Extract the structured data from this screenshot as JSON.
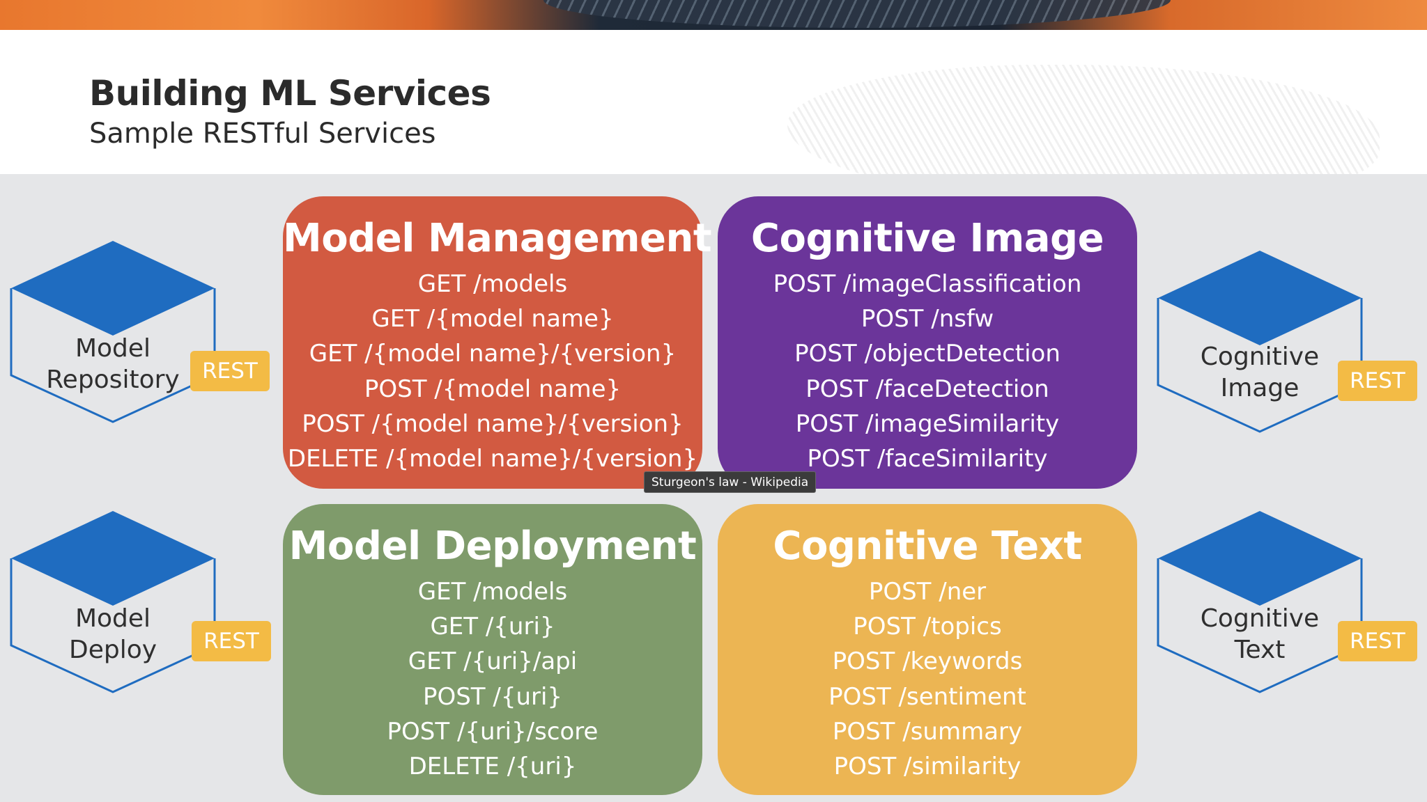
{
  "slide": {
    "title": "Building ML Services",
    "subtitle": "Sample RESTful Services"
  },
  "colors": {
    "model_management": "#d25a41",
    "cognitive_image": "#6b359a",
    "model_deployment": "#7f9b6b",
    "cognitive_text": "#ecb553",
    "cube_blue": "#1f6cc0",
    "rest_badge": "#f3bb45"
  },
  "boxes": {
    "model_management": {
      "title": "Model Management",
      "endpoints": [
        "GET /models",
        "GET /{model name}",
        "GET /{model name}/{version}",
        "POST /{model name}",
        "POST /{model name}/{version}",
        "DELETE /{model name}/{version}"
      ]
    },
    "cognitive_image": {
      "title": "Cognitive Image",
      "endpoints": [
        "POST /imageClassification",
        "POST /nsfw",
        "POST /objectDetection",
        "POST /faceDetection",
        "POST /imageSimilarity",
        "POST /faceSimilarity"
      ]
    },
    "model_deployment": {
      "title": "Model Deployment",
      "endpoints": [
        "GET /models",
        "GET /{uri}",
        "GET /{uri}/api",
        "POST /{uri}",
        "POST /{uri}/score",
        "DELETE /{uri}"
      ]
    },
    "cognitive_text": {
      "title": "Cognitive Text",
      "endpoints": [
        "POST /ner",
        "POST /topics",
        "POST /keywords",
        "POST /sentiment",
        "POST /summary",
        "POST /similarity"
      ]
    }
  },
  "cubes": {
    "model_repository": {
      "line1": "Model",
      "line2": "Repository",
      "badge": "REST"
    },
    "model_deploy": {
      "line1": "Model",
      "line2": "Deploy",
      "badge": "REST"
    },
    "cognitive_image": {
      "line1": "Cognitive",
      "line2": "Image",
      "badge": "REST"
    },
    "cognitive_text": {
      "line1": "Cognitive",
      "line2": "Text",
      "badge": "REST"
    }
  },
  "tooltip": {
    "text": "Sturgeon's law - Wikipedia"
  }
}
